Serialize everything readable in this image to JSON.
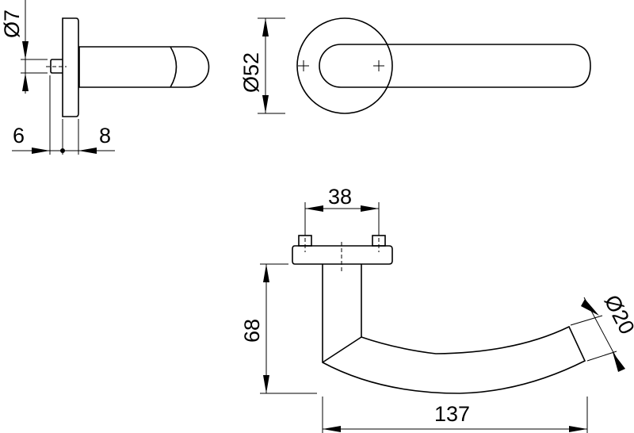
{
  "title": "Door lever handle dimension drawing",
  "colors": {
    "line": "#000000",
    "background": "#ffffff"
  },
  "dimensions": {
    "pin_diameter": "Ø7",
    "pin_length": "6",
    "rose_thickness": "8",
    "rose_diameter": "Ø52",
    "pin_spacing": "38",
    "projection": "68",
    "lever_length": "137",
    "lever_diameter": "Ø20"
  }
}
